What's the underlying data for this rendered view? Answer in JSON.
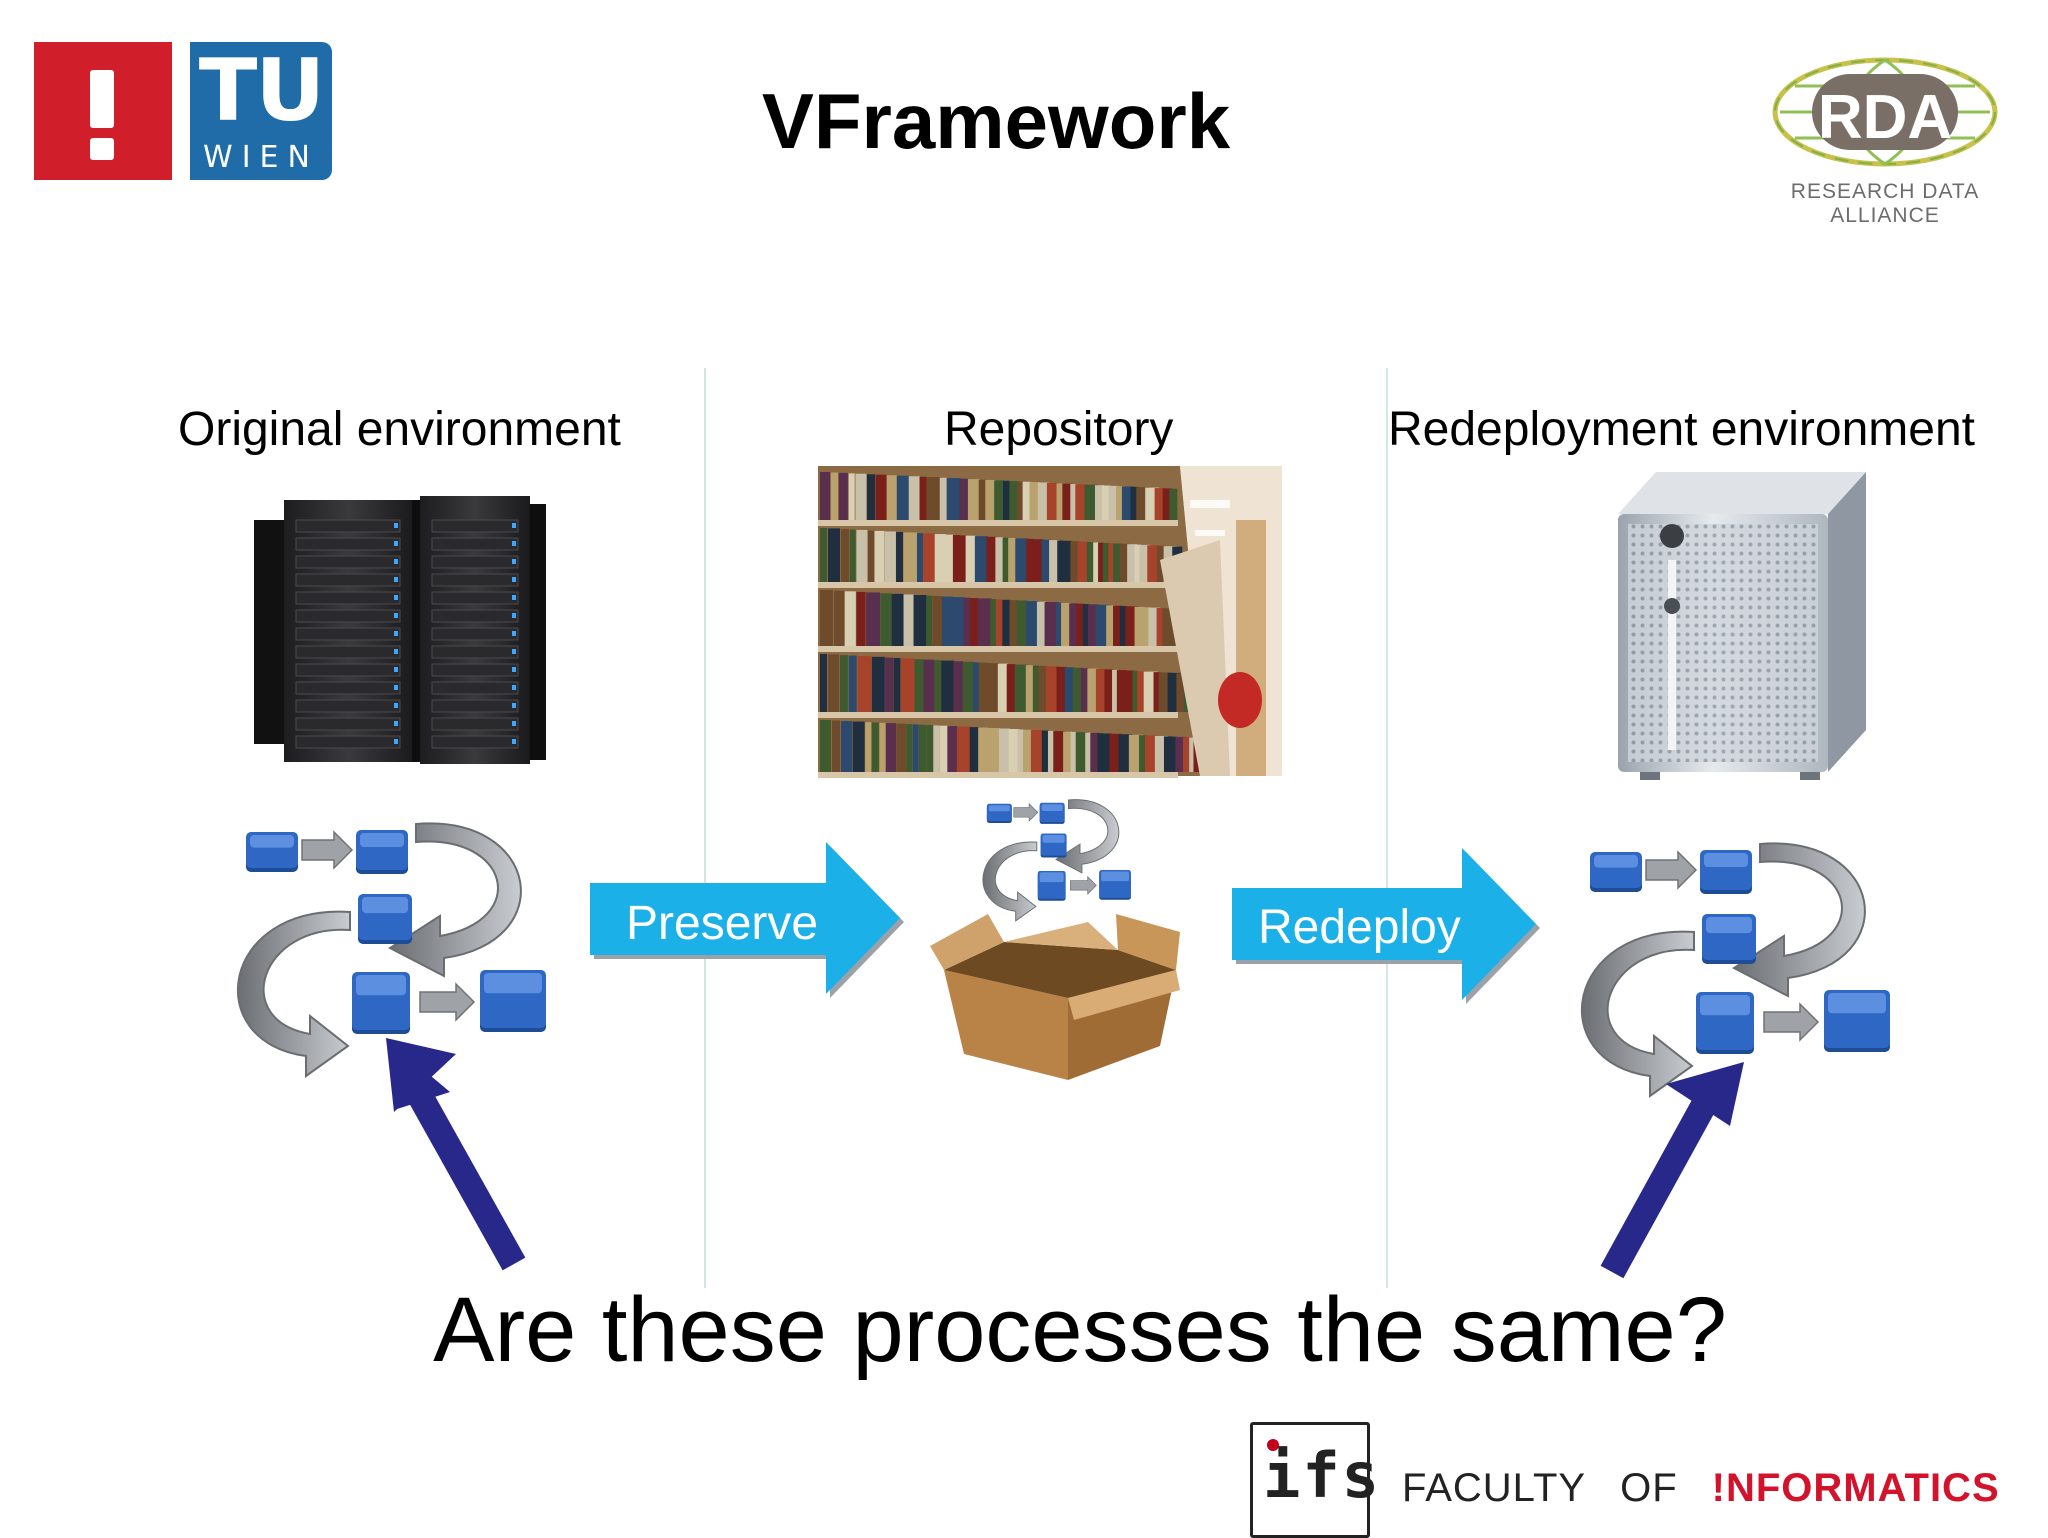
{
  "header": {
    "title": "VFramework",
    "tu_logo": {
      "mark": "TU",
      "sub": "WIEN"
    },
    "rda_logo": {
      "mark": "RDA",
      "sub": "RESEARCH DATA ALLIANCE"
    }
  },
  "columns": [
    {
      "label": "Original environment",
      "icon": "server-rack-icon"
    },
    {
      "label": "Repository",
      "icon": "library-bookshelf-image"
    },
    {
      "label": "Redeployment environment",
      "icon": "desktop-server-icon"
    }
  ],
  "arrows": {
    "preserve": "Preserve",
    "redeploy": "Redeploy"
  },
  "question": "Are these processes the same?",
  "footer": {
    "ifs": "ifs",
    "faculty": "FACULTY",
    "of": "OF",
    "informatics": "!NFORMATICS"
  },
  "colors": {
    "tu_red": "#d01f2a",
    "tu_blue": "#1f6ca8",
    "arrow_cyan": "#1cb0e8",
    "pointer_navy": "#27288a",
    "process_blue": "#2f68c4",
    "informatics_red": "#d3122c"
  }
}
